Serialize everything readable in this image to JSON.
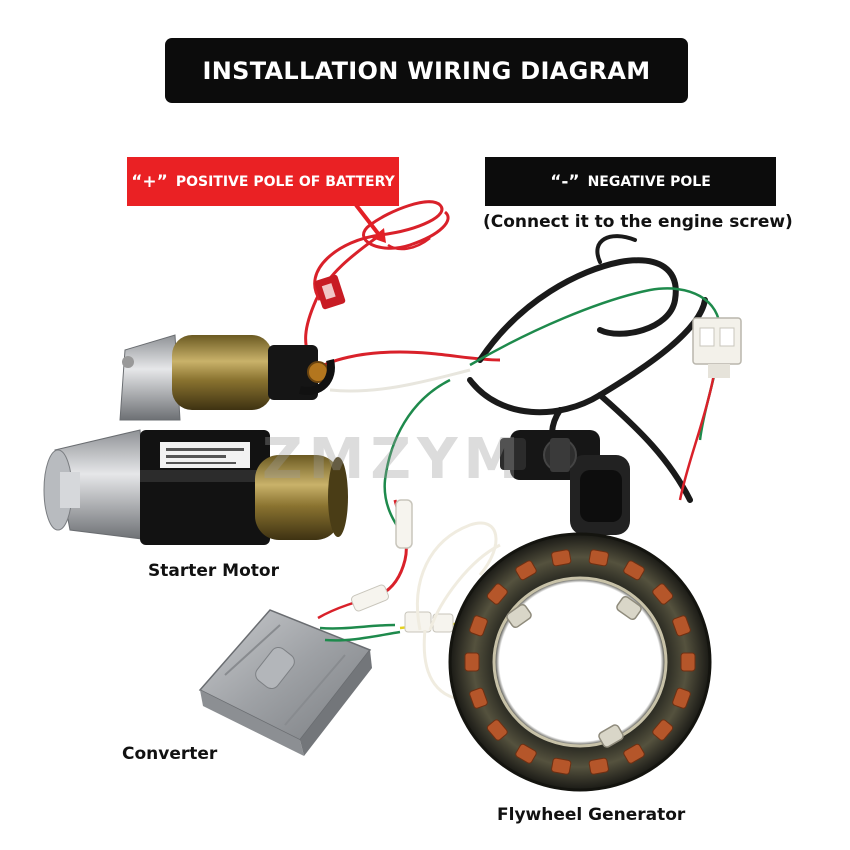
{
  "title": "INSTALLATION WIRING DIAGRAM",
  "positive": {
    "symbol": "“+”",
    "text": "POSITIVE POLE OF BATTERY"
  },
  "negative": {
    "symbol": "“-”",
    "text": "NEGATIVE POLE",
    "note": "(Connect it to the engine screw)"
  },
  "components": {
    "starter": "Starter Motor",
    "converter": "Converter",
    "flywheel": "Flywheel Generator"
  },
  "watermark": "ZMZYM",
  "colors": {
    "banner_black": "#0c0c0c",
    "banner_red": "#ea2124",
    "wire_red": "#d9212a",
    "wire_green": "#1e8a4c",
    "wire_black": "#1a1a1a",
    "wire_white": "#f0ece0",
    "copper": "#b5562a"
  }
}
